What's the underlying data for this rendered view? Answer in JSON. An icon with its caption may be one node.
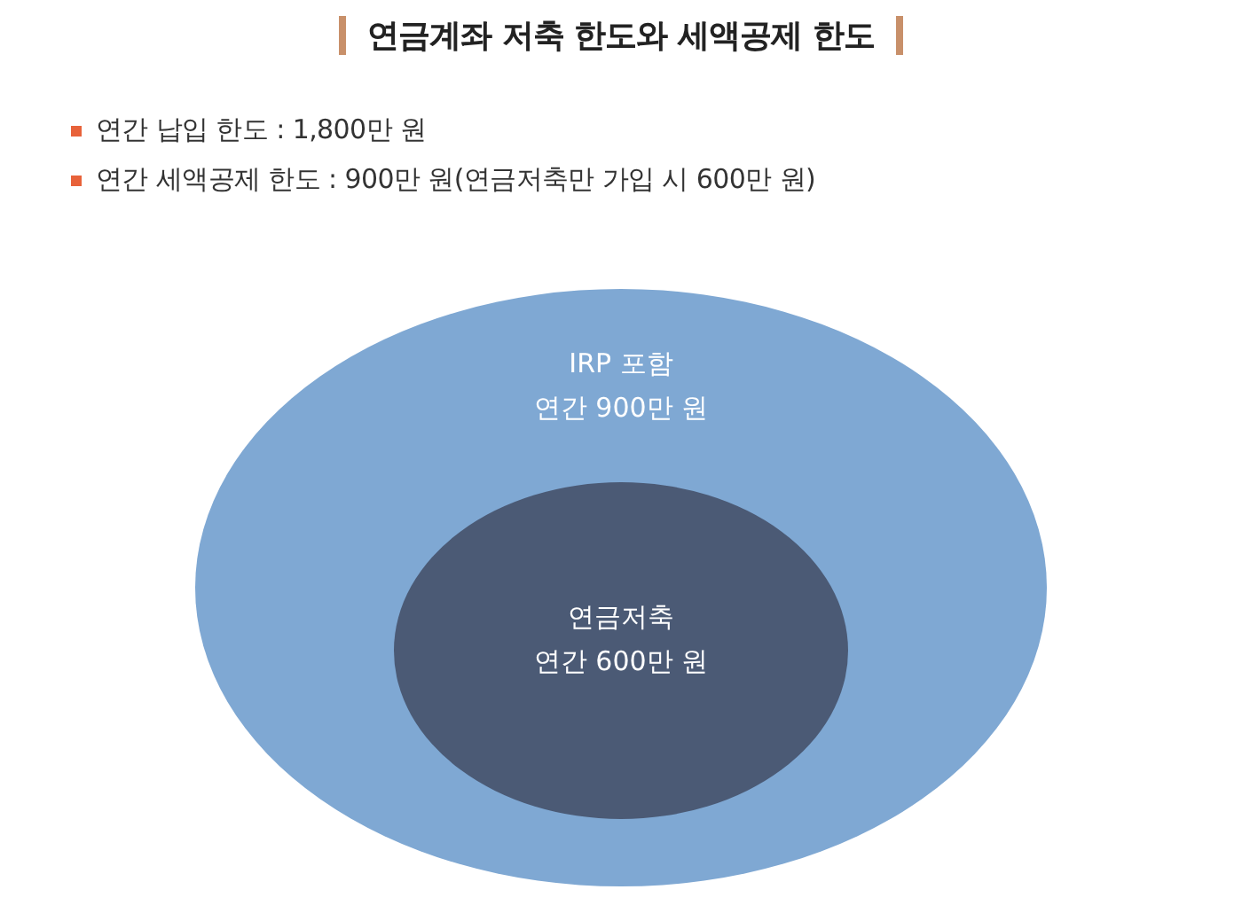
{
  "diagram": {
    "title": "연금계좌 저축 한도와 세액공제 한도",
    "nodes": [
      {
        "text": [
          "IRP 포함",
          "연간 900만 원"
        ]
      },
      {
        "text": [
          "연금저축",
          "연간 600만 원"
        ],
        "in": 0
      }
    ],
    "labels": [
      "연간 납입 한도 : 1,800만 원",
      "연간 세액공제 한도 : 900만 원(연금저축만 가입 시 600만 원)"
    ]
  }
}
